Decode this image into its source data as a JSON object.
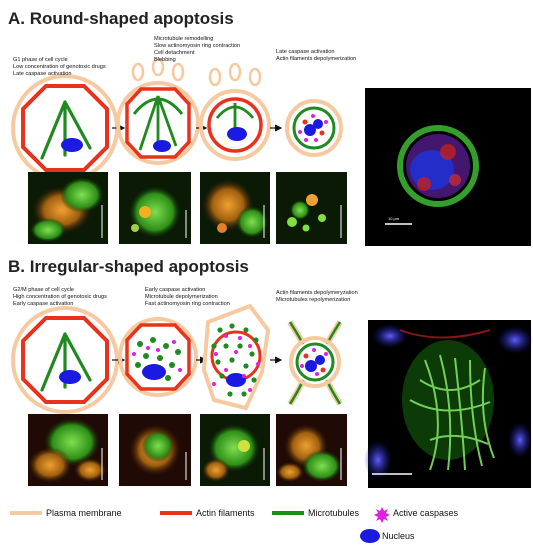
{
  "panel_a": {
    "title": "A. Round-shaped apoptosis",
    "notes": [
      [
        "G1 phase of cell cycle",
        "Low concentration of genotoxic drugs",
        "Late caspase activation"
      ],
      [
        "Microtubule remodelling",
        "Slow actinomyosin ring contraction",
        "Cell detachment",
        "Blebbing"
      ],
      [
        "Late caspase activation",
        "Actin filaments depolymerization"
      ]
    ],
    "scale_label": "10 μm"
  },
  "panel_b": {
    "title": "B. Irregular-shaped apoptosis",
    "notes": [
      [
        "G2/M phase of cell cycle",
        "High concentration of genotoxic drugs",
        "Early caspase activation"
      ],
      [
        "Early caspase activation",
        "Microtubule depolymerization",
        "Fast actinomyosin ring contraction"
      ],
      [
        "Actin filaments depolymeryzation",
        "Microtubules repolymerization"
      ]
    ]
  },
  "legend": {
    "plasma_membrane": "Plasma membrane",
    "actin_filaments": "Actin filaments",
    "microtubules": "Microtubules",
    "active_caspases": "Active caspases",
    "nucleus": "Nucleus"
  },
  "colors": {
    "plasma_membrane": "#f7c9a0",
    "actin": "#e8321c",
    "microtubule": "#1f8a1f",
    "caspase": "#e020e0",
    "nucleus": "#1a1ae0",
    "red_dot": "#e83020"
  }
}
